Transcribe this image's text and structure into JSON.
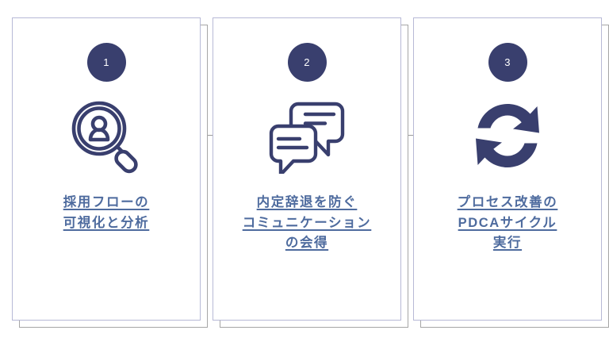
{
  "graphic": {
    "title": "3-step process cards",
    "accent_color": "#393f6e",
    "caption_color": "#4e6b9e",
    "card_border_color": "#b7b9d6",
    "shadow_border_color": "#a6a6a6",
    "background_color": "#ffffff"
  },
  "cards": [
    {
      "number": "1",
      "icon": "magnifier-person-icon",
      "lines": [
        {
          "text": "採用フローの",
          "underline": true
        },
        {
          "text": "可視化と分析",
          "underline": true
        }
      ]
    },
    {
      "number": "2",
      "icon": "speech-bubbles-icon",
      "lines": [
        {
          "text": "内定辞退を防ぐ",
          "underline": true
        },
        {
          "text": "コミュニケーション",
          "underline": true
        },
        {
          "text": "の会得",
          "underline": true
        }
      ]
    },
    {
      "number": "3",
      "icon": "refresh-cycle-icon",
      "lines": [
        {
          "text": "プロセス改善の",
          "underline": true
        },
        {
          "text": "PDCAサイクル",
          "underline": true
        },
        {
          "text": "実行",
          "underline": true
        }
      ]
    }
  ]
}
